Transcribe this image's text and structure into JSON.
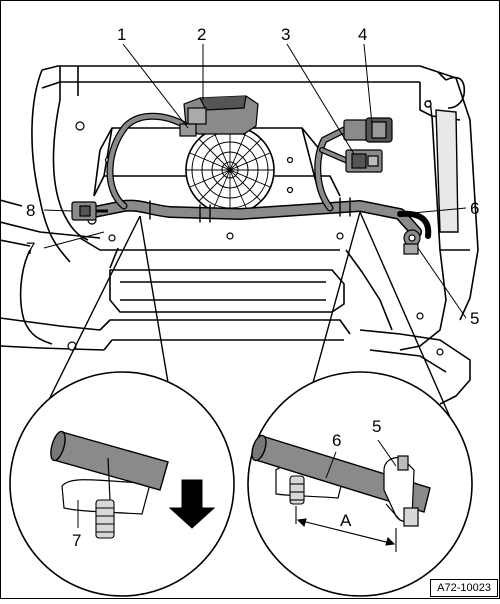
{
  "callouts": {
    "c1": "1",
    "c2": "2",
    "c3": "3",
    "c4": "4",
    "c5": "5",
    "c6": "6",
    "c7": "7",
    "c8": "8",
    "detail_right_6": "6",
    "detail_right_5": "5",
    "detail_left_7": "7",
    "dimension_a": "A"
  },
  "reference_code": "A72-10023",
  "colors": {
    "line": "#000000",
    "fill_gray": "#8a8a8a",
    "fill_light": "#d8d8d8",
    "fill_dark": "#555555"
  }
}
